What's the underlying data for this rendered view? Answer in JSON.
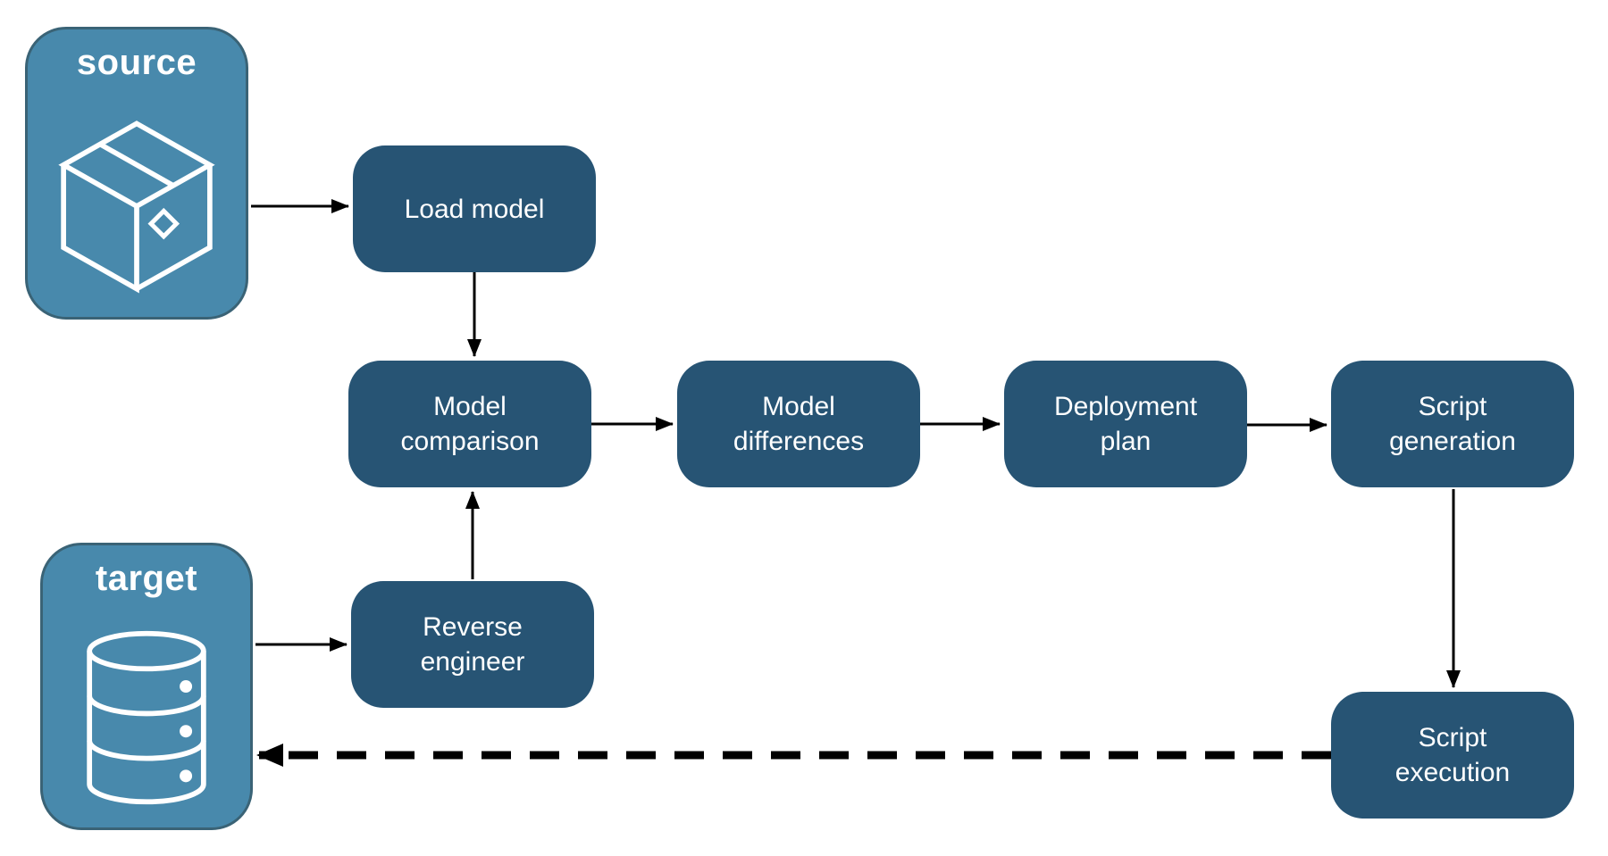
{
  "diagram": {
    "type": "flowchart",
    "colors": {
      "entity_fill": "#4889AC",
      "entity_border": "#3A6376",
      "step_fill": "#275474",
      "label_text": "#FFFFFF",
      "arrow": "#000000"
    },
    "entities": {
      "source": {
        "label": "source",
        "icon": "package-icon"
      },
      "target": {
        "label": "target",
        "icon": "database-icon"
      }
    },
    "steps": {
      "load_model": {
        "label": "Load model"
      },
      "model_comparison": {
        "label": "Model comparison"
      },
      "model_differences": {
        "label": "Model differences"
      },
      "deployment_plan": {
        "label": "Deployment plan"
      },
      "script_generation": {
        "label": "Script generation"
      },
      "reverse_engineer": {
        "label": "Reverse engineer"
      },
      "script_execution": {
        "label": "Script execution"
      }
    },
    "edges": [
      {
        "from": "source",
        "to": "load_model",
        "style": "solid"
      },
      {
        "from": "load_model",
        "to": "model_comparison",
        "style": "solid"
      },
      {
        "from": "model_comparison",
        "to": "model_differences",
        "style": "solid"
      },
      {
        "from": "model_differences",
        "to": "deployment_plan",
        "style": "solid"
      },
      {
        "from": "deployment_plan",
        "to": "script_generation",
        "style": "solid"
      },
      {
        "from": "script_generation",
        "to": "script_execution",
        "style": "solid"
      },
      {
        "from": "target",
        "to": "reverse_engineer",
        "style": "solid"
      },
      {
        "from": "reverse_engineer",
        "to": "model_comparison",
        "style": "solid"
      },
      {
        "from": "script_execution",
        "to": "target",
        "style": "dashed"
      }
    ]
  }
}
